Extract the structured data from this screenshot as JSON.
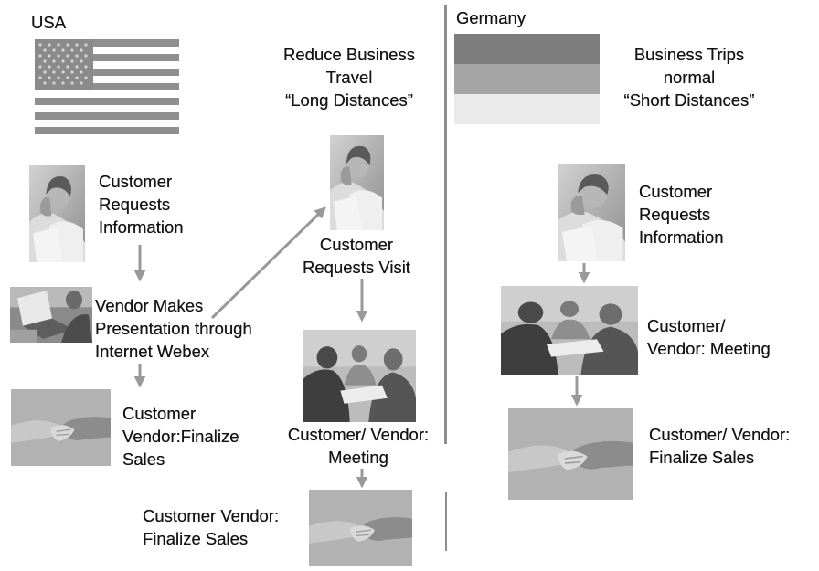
{
  "usa": {
    "title": "USA",
    "step1": "Customer\nRequests\nInformation",
    "step2": "Vendor Makes\nPresentation through\nInternet Webex",
    "step3": "Customer\nVendor:Finalize\nSales"
  },
  "travel": {
    "header": "Reduce Business\nTravel\n“Long Distances”",
    "step1": "Customer\nRequests Visit",
    "step2": "Customer/ Vendor:\nMeeting",
    "step3": "Customer Vendor:\nFinalize Sales"
  },
  "germany": {
    "title": "Germany",
    "header": "Business Trips\nnormal\n“Short Distances”",
    "step1": "Customer\nRequests\nInformation",
    "step2": "Customer/\nVendor: Meeting",
    "step3": "Customer/ Vendor:\nFinalize Sales"
  },
  "colors": {
    "flag_stripe_dark": "#7d7d7d",
    "flag_stripe_mid": "#a5a5a5",
    "flag_stripe_light": "#eaeaea",
    "arrow": "#999999",
    "divider": "#8e8e8e"
  }
}
